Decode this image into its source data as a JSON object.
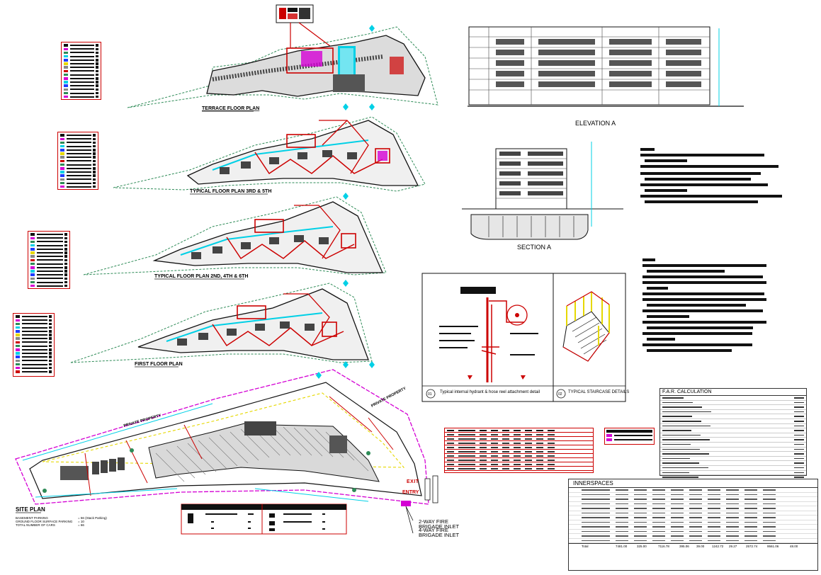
{
  "drawing": {
    "labels": {
      "terrace_plan": "TERRACE FLOOR PLAN",
      "typical_3_5": "TYPICAL FLOOR PLAN 3RD & 5TH",
      "typical_2_4_6": "TYPICAL FLOOR PLAN 2ND, 4TH & 6TH",
      "first_floor": "FIRST FLOOR PLAN",
      "site_plan": "SITE PLAN",
      "elevation": "ELEVATION A",
      "section": "SECTION A",
      "hydrant_num": "01",
      "hydrant_caption": "Typical internal hydrant & hose reel attachment detail",
      "stair_num": "02",
      "stair_caption": "TYPICAL STAIRCASE DETAILS",
      "far_title": "F.A.R. CALCULATION",
      "inner_title": "INNERSPACES",
      "private_property_1": "PRIVATE PROPERTY",
      "private_property_2": "PRIVATE PROPERTY",
      "exit": "EXIT",
      "entry": "ENTRY",
      "inlet_2way_1": "2-WAY FIRE",
      "inlet_2way_2": "BRIGADE INLET",
      "inlet_4way_1": "4-WAY FIRE",
      "inlet_4way_2": "BRIGADE INLET"
    },
    "site_notes": [
      {
        "label": "BASEMENT PARKING",
        "value": "= 56 (Stack Parking)"
      },
      {
        "label": "GROUND FLOOR SURFACE PARKING",
        "value": "= 10"
      },
      {
        "label": "TOTAL NUMBER OF CARS",
        "value": "= 66"
      }
    ],
    "inner_totals": [
      "7481.00",
      "325.00",
      "7116.78",
      "395.06",
      "39.00",
      "1242.72",
      "29.27",
      "2572.74",
      "9561.06",
      "48.00"
    ],
    "colors": {
      "red": "#cc0000",
      "magenta": "#d400d4",
      "cyan": "#00d0e6",
      "green": "#2e8b57",
      "yellow": "#e6d800",
      "dark": "#111111"
    }
  }
}
